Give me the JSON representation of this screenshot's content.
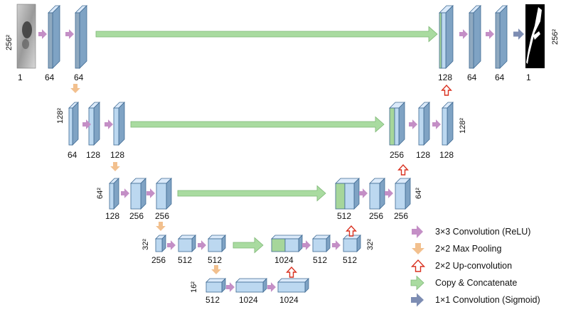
{
  "colors": {
    "block_front": "#bcd8f0",
    "block_top": "#dbeafa",
    "block_side": "#7fa3c4",
    "block_edge": "#3f6a93",
    "enc_front": "#8fa9c0",
    "concat_front": "#a6d69a",
    "conv_arrow": "#c48fc6",
    "pool_arrow": "#f2c08e",
    "up_arrow_stroke": "#d9301f",
    "copy_arrow": "#a9dba0",
    "copy_arrow_stroke": "#7fb877",
    "sigmoid_arrow": "#7d8db3"
  },
  "images": {
    "input_label": "1",
    "output_label": "1"
  },
  "sizes": {
    "s256": "256²",
    "s128": "128²",
    "s64": "64²",
    "s32": "32²",
    "s16": "16²",
    "s256_out": "256²",
    "s128_dec": "128²",
    "s64_dec": "64²",
    "s32_dec": "32²"
  },
  "channels": {
    "l1_a": "64",
    "l1_b": "64",
    "l2_a": "64",
    "l2_b": "128",
    "l2_c": "128",
    "l3_a": "128",
    "l3_b": "256",
    "l3_c": "256",
    "l4_a": "256",
    "l4_b": "512",
    "l4_c": "512",
    "l5_a": "512",
    "l5_b": "1024",
    "l5_c": "1024",
    "d4_a": "1024",
    "d4_b": "512",
    "d4_c": "512",
    "d3_a": "512",
    "d3_b": "256",
    "d3_c": "256",
    "d2_a": "256",
    "d2_b": "128",
    "d2_c": "128",
    "d1_a": "128",
    "d1_b": "64",
    "d1_c": "64"
  },
  "legend": [
    {
      "key": "conv",
      "label": "3×3 Convolution (ReLU)"
    },
    {
      "key": "pool",
      "label": "2×2 Max Pooling"
    },
    {
      "key": "up",
      "label": "2×2 Up-convolution"
    },
    {
      "key": "copy",
      "label": "Copy & Concatenate"
    },
    {
      "key": "sigmoid",
      "label": "1×1 Convolution (Sigmoid)"
    }
  ]
}
